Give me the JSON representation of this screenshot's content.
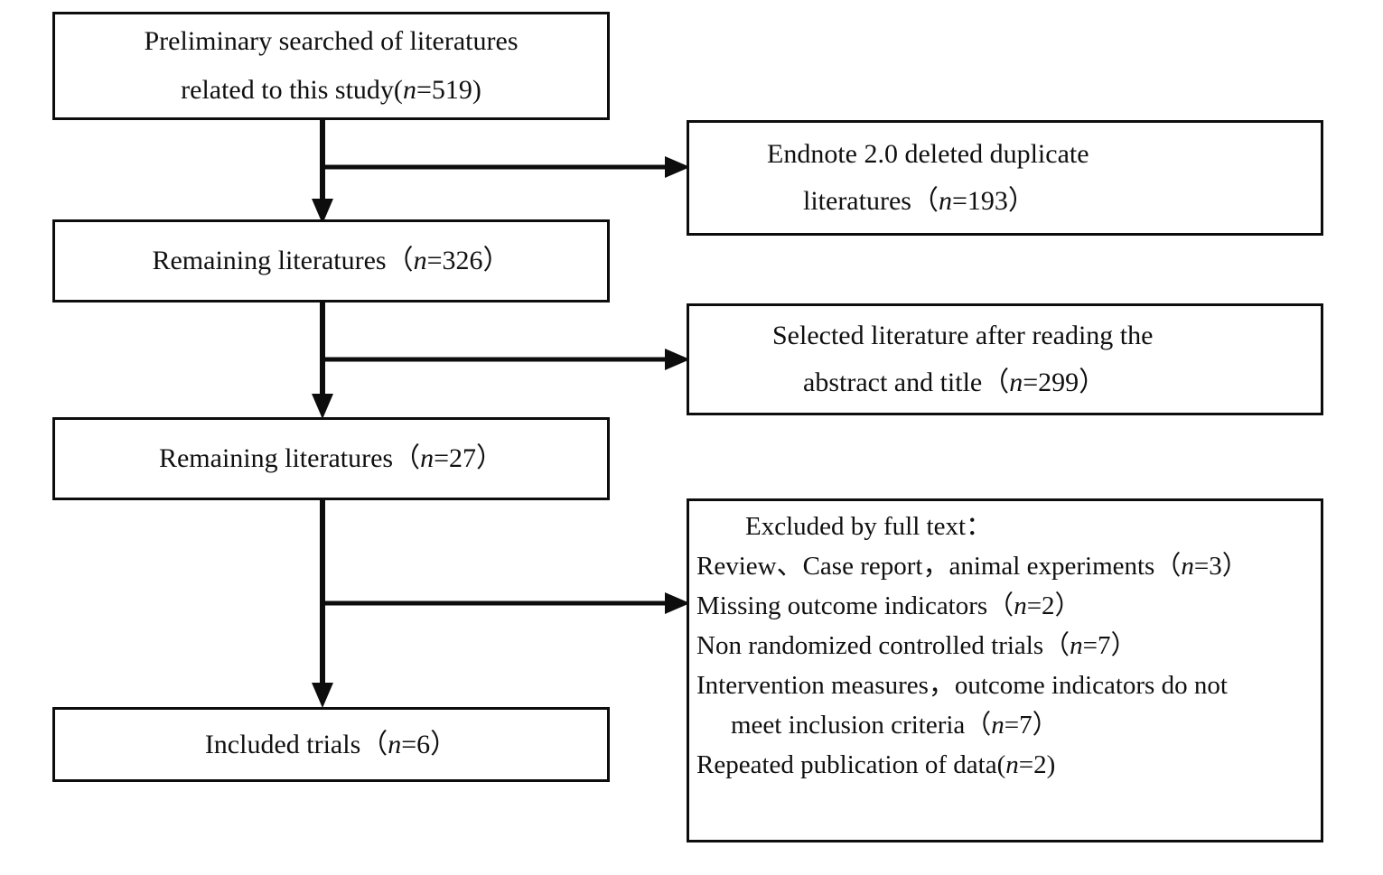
{
  "diagram": {
    "title": "Literature screening flow diagram",
    "stroke_color": "#0d0d0d",
    "background": "#ffffff"
  },
  "nodes": {
    "search": {
      "name": "preliminary-search",
      "line1": "Preliminary searched of literatures",
      "line2_pre": "related to this study(",
      "line2_var": "n",
      "line2_post": "=519)"
    },
    "remaining_1": {
      "name": "remaining-literatures-326",
      "pre": "Remaining literatures（",
      "var": "n",
      "post": "=326）"
    },
    "remaining_2": {
      "name": "remaining-literatures-27",
      "pre": "Remaining literatures（",
      "var": "n",
      "post": "=27）"
    },
    "included": {
      "name": "included-trials",
      "pre": "Included trials（",
      "var": "n",
      "post": "=6）"
    },
    "dedup": {
      "name": "endnote-deleted-duplicates",
      "line1": "Endnote 2.0 deleted duplicate",
      "line2_pre": "literatures（",
      "line2_var": "n",
      "line2_post": "=193）"
    },
    "screened": {
      "name": "selected-after-abstract-title",
      "line1": "Selected literature after reading the",
      "line2_pre": "abstract and title（",
      "line2_var": "n",
      "line2_post": "=299）"
    },
    "excluded": {
      "name": "excluded-by-full-text",
      "heading": "Excluded by full text：",
      "reasons": [
        {
          "pre": "Review、Case report，animal experiments（",
          "var": "n",
          "post": "=3）"
        },
        {
          "pre": "Missing outcome indicators（",
          "var": "n",
          "post": "=2）"
        },
        {
          "pre": "Non randomized controlled trials（",
          "var": "n",
          "post": "=7）"
        },
        {
          "pre": "Intervention measures，outcome indicators do not",
          "var": "",
          "post": ""
        },
        {
          "pre": "meet inclusion criteria（",
          "var": "n",
          "post": "=7）"
        },
        {
          "pre": "Repeated publication of data(",
          "var": "n",
          "post": "=2)"
        }
      ]
    }
  },
  "connectors": [
    {
      "name": "connector-search-to-remaining1",
      "branch_to": "endnote-deleted-duplicates"
    },
    {
      "name": "connector-remaining1-to-remaining2",
      "branch_to": "selected-after-abstract-title"
    },
    {
      "name": "connector-remaining2-to-included",
      "branch_to": "excluded-by-full-text"
    }
  ]
}
